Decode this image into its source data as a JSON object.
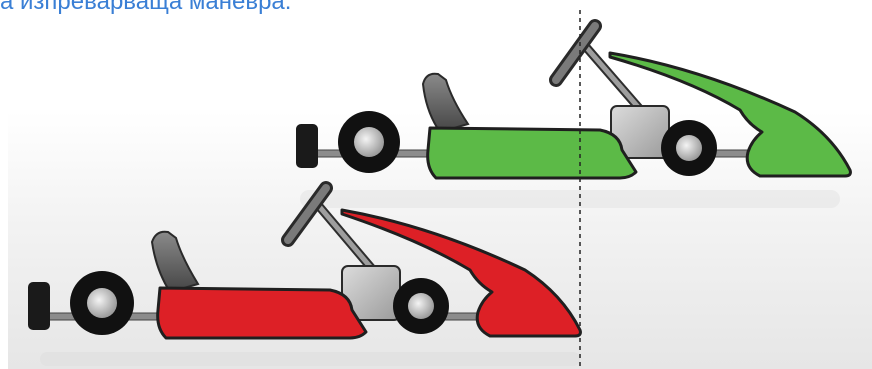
{
  "caption": {
    "text": "а изпреварваща маневра:",
    "color": "#3a7fd5"
  },
  "diagram": {
    "karts": [
      {
        "name": "green-kart",
        "body_color": "#5cba47",
        "position": "ahead"
      },
      {
        "name": "red-kart",
        "body_color": "#dd2026",
        "position": "behind"
      }
    ],
    "reference_line": "dashed-vertical"
  }
}
